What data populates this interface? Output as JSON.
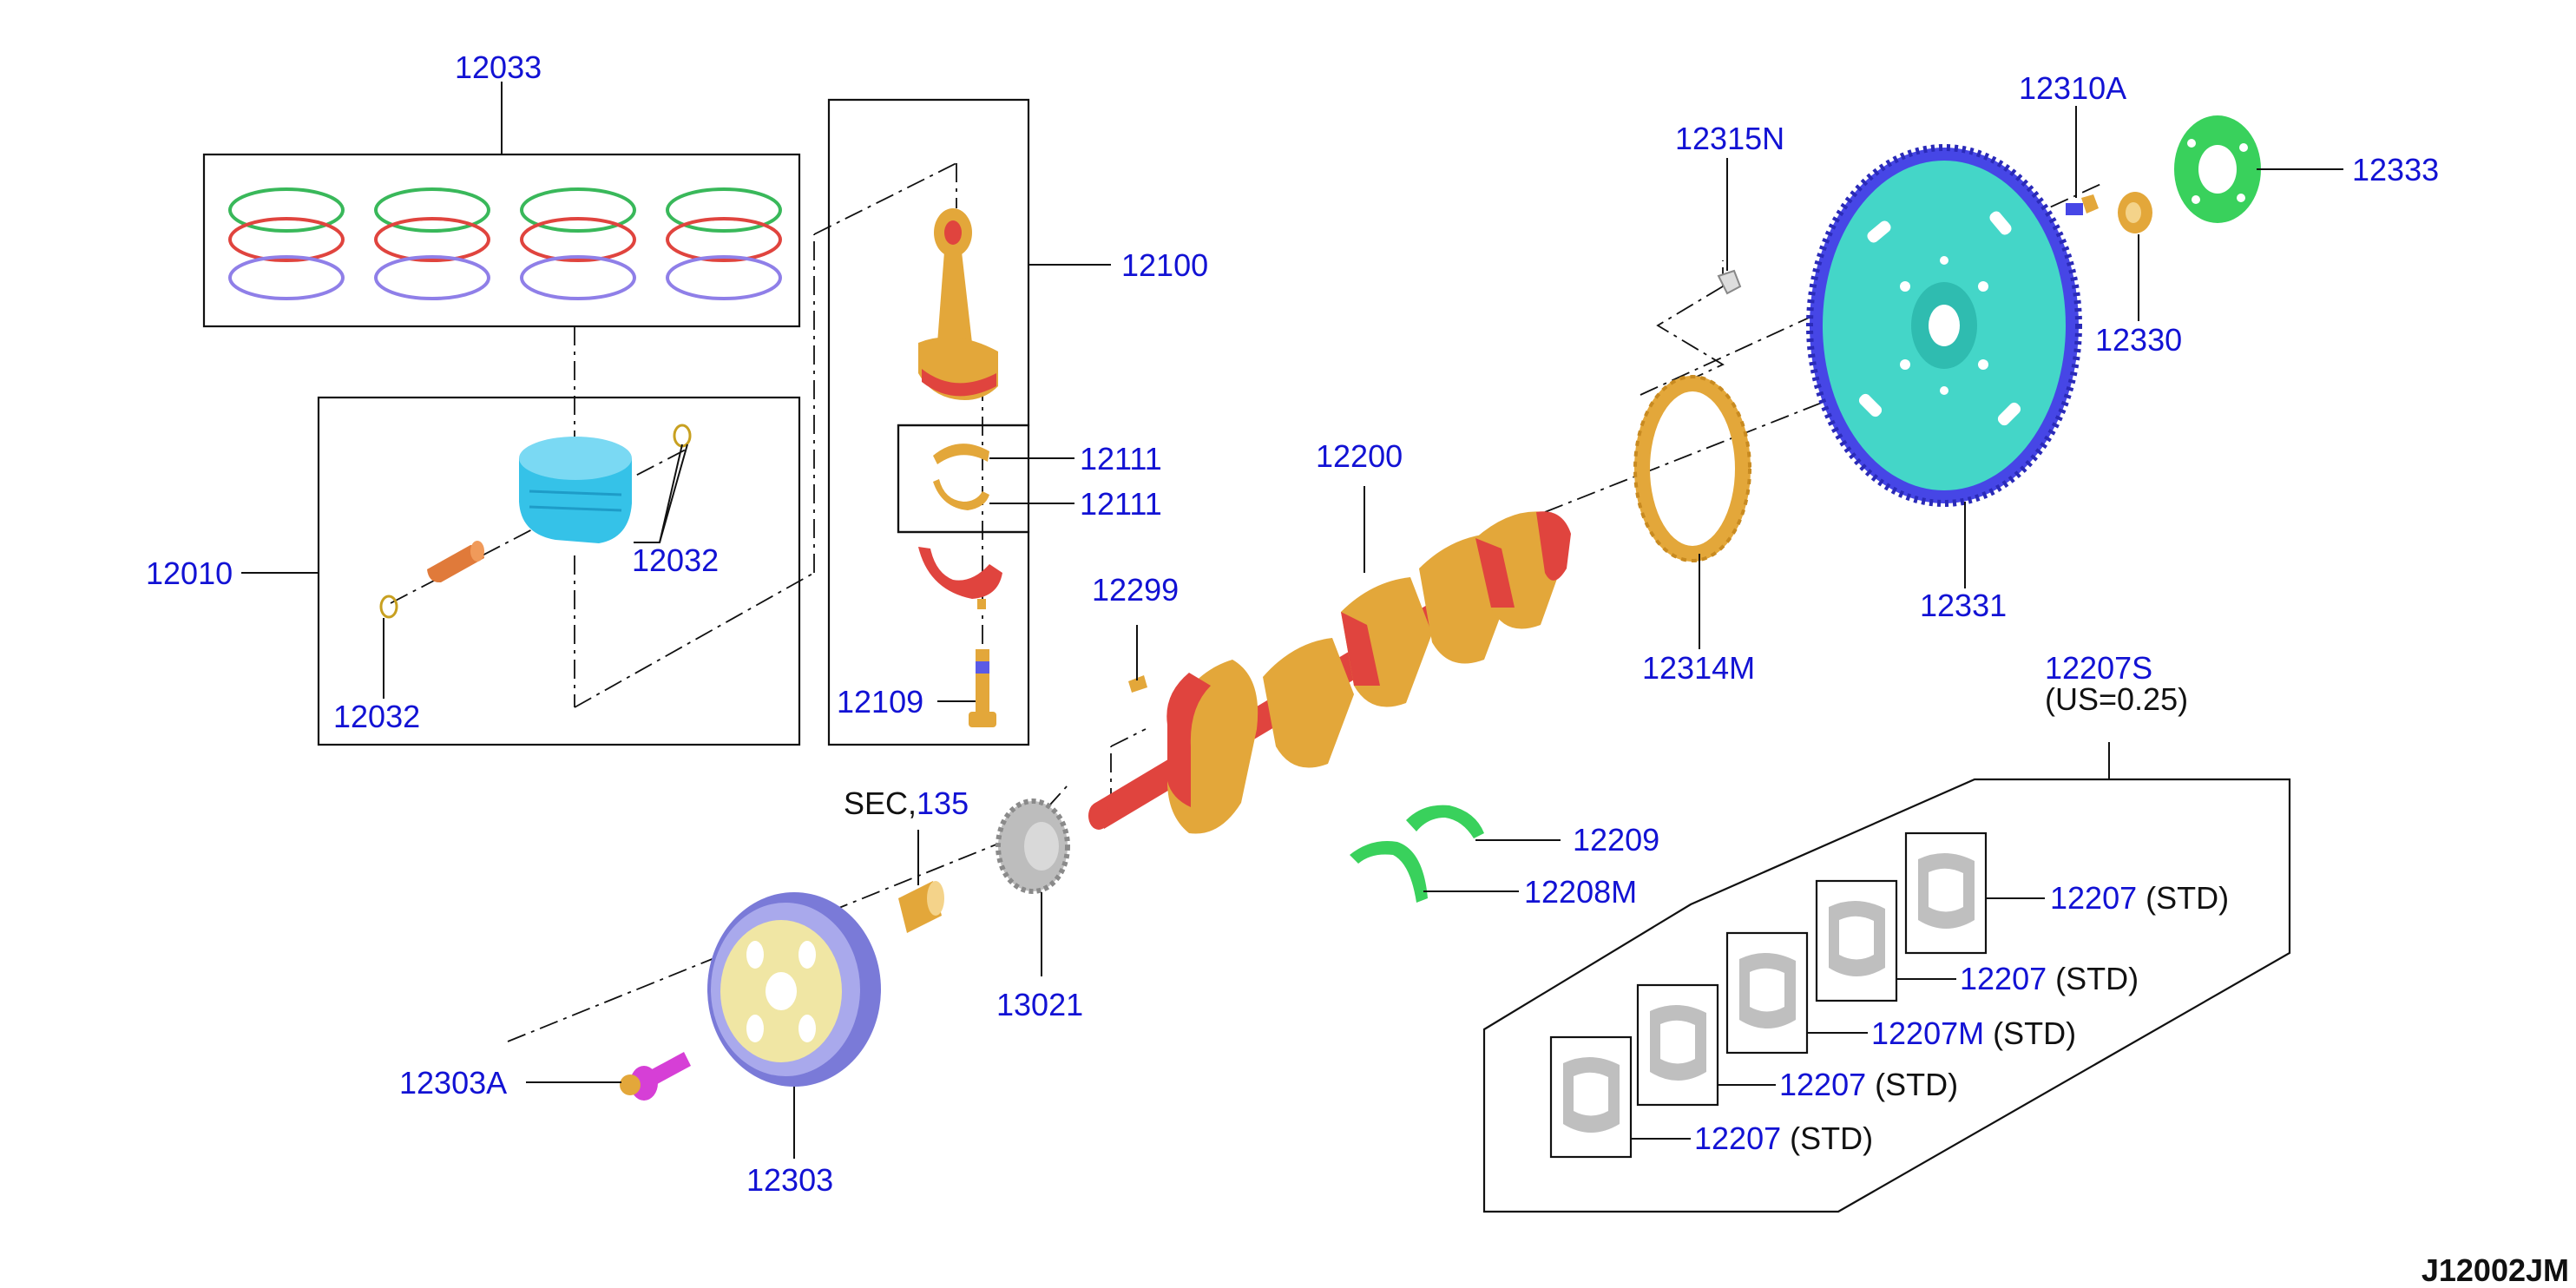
{
  "diagram": {
    "code": "J12002JM",
    "colors": {
      "label": "#1212d4",
      "gold": "#e3a73a",
      "red": "#e0443e",
      "cyan": "#35c2e8",
      "teal": "#44d6c8",
      "blue": "#4646e6",
      "green": "#39d15c",
      "pulley": "#8f8fe8",
      "bolt": "#d63fd6"
    },
    "sec_prefix": "SEC,",
    "parts": {
      "piston_rings": "12033",
      "conrod": "12100",
      "bearing_upper": "12111",
      "bearing_lower": "12111",
      "piston": "12010",
      "snap_ring_right": "12032",
      "snap_ring_left": "12032",
      "conrod_bolt": "12109",
      "crankshaft": "12200",
      "key": "12299",
      "reluctor_ring": "12314M",
      "flywheel_bolt": "12315N",
      "bushing_bolt": "12310A",
      "plate": "12333",
      "bushing": "12330",
      "drive_plate": "12331",
      "thrust_upper": "12209",
      "thrust_lower": "12208M",
      "sec_ref": "135",
      "sprocket": "13021",
      "pulley_bolt": "12303A",
      "pulley": "12303"
    },
    "main_bearing_set": {
      "part": "12207S",
      "note": "(US=0.25)",
      "items": [
        {
          "part": "12207",
          "grade": "(STD)"
        },
        {
          "part": "12207",
          "grade": "(STD)"
        },
        {
          "part": "12207M",
          "grade": "(STD)"
        },
        {
          "part": "12207",
          "grade": "(STD)"
        },
        {
          "part": "12207",
          "grade": "(STD)"
        }
      ]
    }
  }
}
